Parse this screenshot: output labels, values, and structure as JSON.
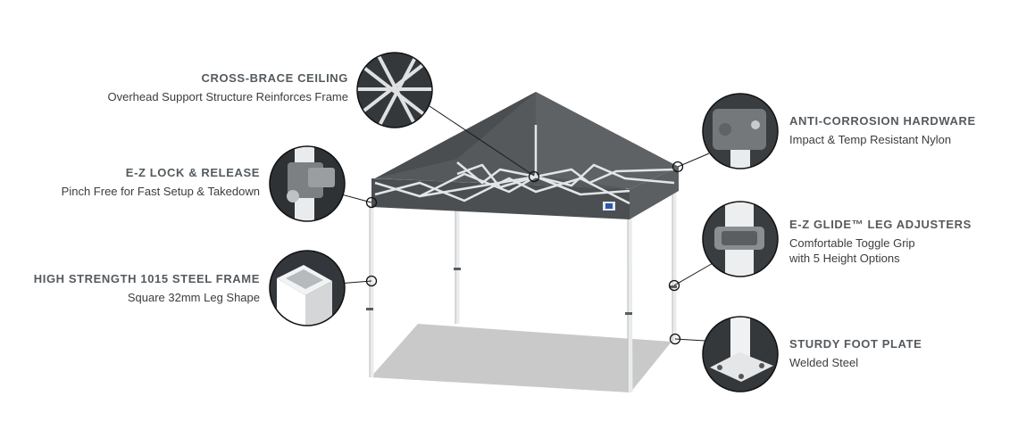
{
  "callouts": [
    {
      "id": "cross-brace",
      "title": "CROSS-BRACE CEILING",
      "desc": "Overhead Support Structure Reinforces Frame"
    },
    {
      "id": "lock-release",
      "title": "E-Z LOCK & RELEASE",
      "desc": "Pinch Free for Fast Setup & Takedown"
    },
    {
      "id": "steel-frame",
      "title": "HIGH STRENGTH 1015 STEEL FRAME",
      "desc": "Square 32mm Leg Shape"
    },
    {
      "id": "anti-corrosion",
      "title": "ANTI-CORROSION HARDWARE",
      "desc": "Impact & Temp Resistant Nylon"
    },
    {
      "id": "leg-adjusters",
      "title": "E-Z GLIDE™ LEG ADJUSTERS",
      "desc": "Comfortable Toggle Grip\nwith 5 Height Options"
    },
    {
      "id": "foot-plate",
      "title": "STURDY FOOT PLATE",
      "desc": "Welded Steel"
    }
  ],
  "colors": {
    "canopy": "#55595c",
    "canopy_dark": "#3f4245",
    "frame": "#e8eaeb",
    "floor": "#c9c9c9",
    "detail_bg": "#2e3134",
    "text_title": "#555a5e"
  },
  "icons": [
    "cross-brace-detail",
    "lock-detail",
    "steel-tube-detail",
    "hardware-detail",
    "leg-adjuster-detail",
    "foot-plate-detail"
  ]
}
